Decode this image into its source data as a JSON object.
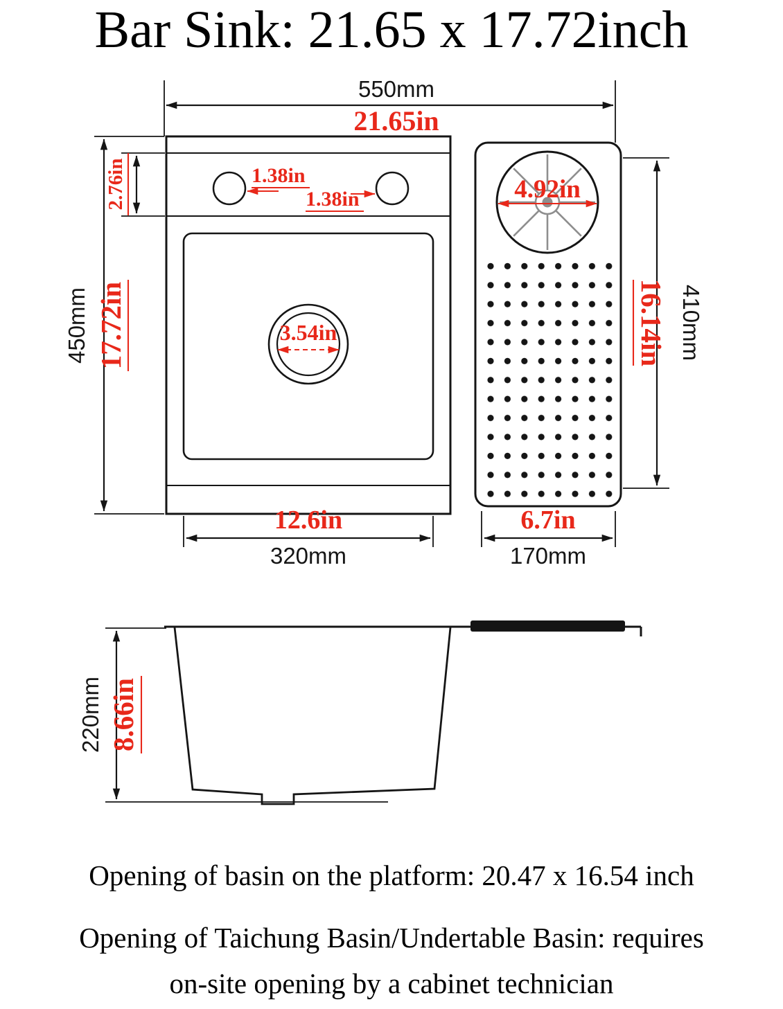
{
  "title": "Bar Sink: 21.65 x 17.72inch",
  "colors": {
    "dim_red": "#e8281a",
    "ink": "#151515"
  },
  "top_view": {
    "overall_width_mm": "550mm",
    "overall_width_in": "21.65in",
    "overall_depth_mm": "450mm",
    "overall_depth_in": "17.72in",
    "deck_depth_in": "2.76in",
    "faucet_hole_left": "1.38in",
    "faucet_hole_right": "1.38in",
    "drain_diameter": "3.54in",
    "strainer_diameter": "4.92in",
    "drainboard_length_in": "16.14in",
    "drainboard_length_mm": "410mm",
    "basin_width_in": "12.6in",
    "basin_width_mm": "320mm",
    "drainboard_width_in": "6.7in",
    "drainboard_width_mm": "170mm"
  },
  "side_view": {
    "depth_mm": "220mm",
    "depth_in": "8.66in"
  },
  "notes": [
    "Opening of basin on the platform: 20.47 x 16.54 inch",
    "Opening of Taichung Basin/Undertable Basin: requires",
    "on-site opening by a cabinet technician"
  ]
}
